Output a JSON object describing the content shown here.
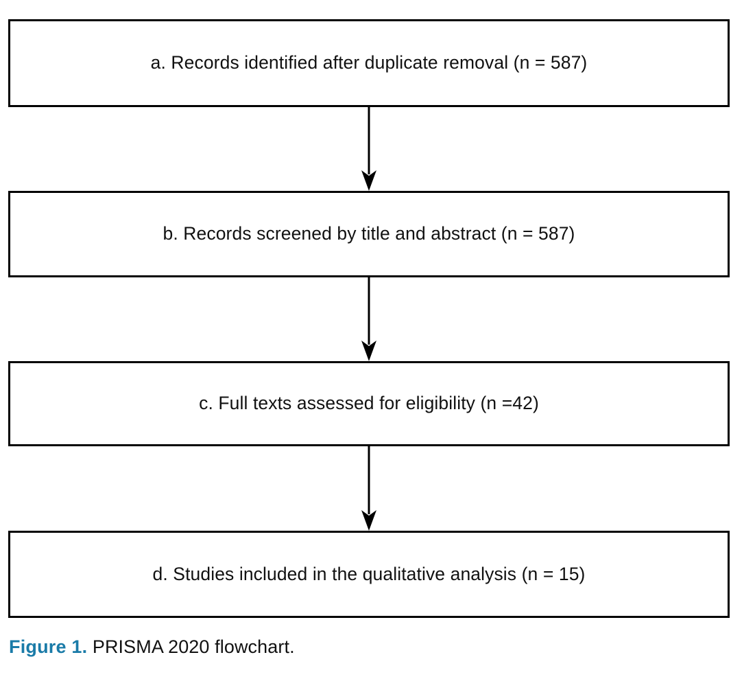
{
  "figure": {
    "caption_label": "Figure 1.",
    "caption_text": "PRISMA 2020 flowchart.",
    "caption_accent_color": "#1a7ba8",
    "box_border_color": "#000000",
    "text_color": "#111111",
    "background_color": "#ffffff"
  },
  "chart_data": {
    "type": "diagram",
    "diagram_kind": "prisma-2020-flowchart",
    "title": "PRISMA 2020 flowchart",
    "orientation": "top-to-bottom",
    "nodes": [
      {
        "id": "a",
        "letter": "a.",
        "label": "a. Records identified after duplicate removal (n = 587)",
        "stage": "Records identified after duplicate removal",
        "n": 587
      },
      {
        "id": "b",
        "letter": "b.",
        "label": "b. Records screened by title and abstract (n = 587)",
        "stage": "Records screened by title and abstract",
        "n": 587
      },
      {
        "id": "c",
        "letter": "c.",
        "label": "c. Full texts assessed for eligibility (n =42)",
        "stage": "Full texts assessed for eligibility",
        "n": 42
      },
      {
        "id": "d",
        "letter": "d.",
        "label": "d. Studies included in the qualitative analysis (n = 15)",
        "stage": "Studies included in the qualitative analysis",
        "n": 15
      }
    ],
    "edges": [
      {
        "from": "a",
        "to": "b",
        "style": "solid-arrow-down"
      },
      {
        "from": "b",
        "to": "c",
        "style": "solid-arrow-down"
      },
      {
        "from": "c",
        "to": "d",
        "style": "solid-arrow-down"
      }
    ]
  }
}
